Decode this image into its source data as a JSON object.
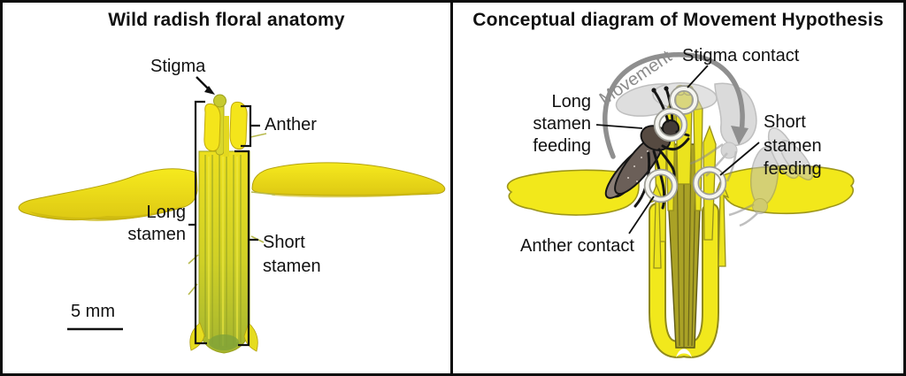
{
  "left_panel": {
    "title": "Wild radish floral anatomy",
    "labels": {
      "stigma": "Stigma",
      "anther": "Anther",
      "long_stamen": "Long\nstamen",
      "short_stamen": "Short\nstamen"
    },
    "scale_bar_label": "5 mm"
  },
  "right_panel": {
    "title": "Conceptual diagram of Movement Hypothesis",
    "labels": {
      "movement": "Movement",
      "stigma_contact": "Stigma contact",
      "long_stamen_feeding": "Long\nstamen\nfeeding",
      "short_stamen_feeding": "Short\nstamen\nfeeding",
      "anther_contact": "Anther contact"
    }
  },
  "colors": {
    "petal_yellow": "#f2e71c",
    "petal_shadow": "#c9b50e",
    "olive_pistil": "#a9a125",
    "movement_gray": "#8f8f8f",
    "fly_body": "#4a423e",
    "ghost_fly_gray": "#bdbdbd",
    "contact_ring_white": "#f5f5f0",
    "label_black": "#111111"
  }
}
